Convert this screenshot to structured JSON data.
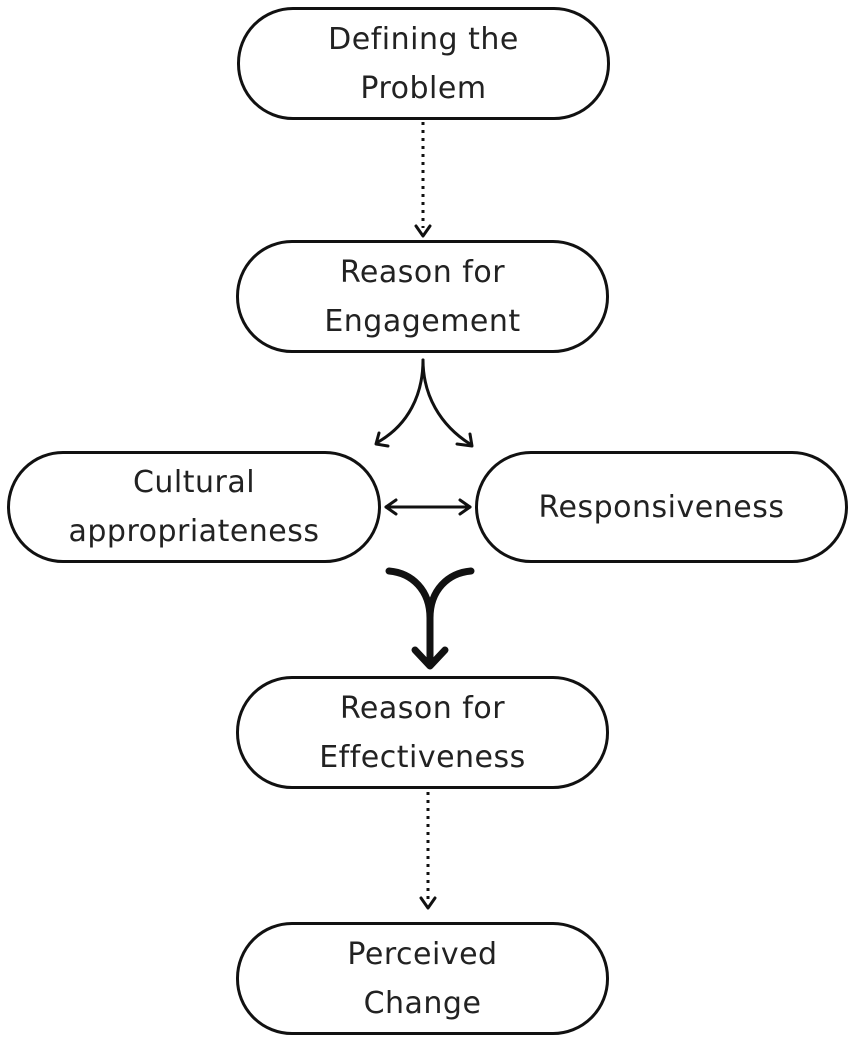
{
  "nodes": {
    "defining_problem": {
      "lines": [
        "Defining the",
        "Problem"
      ]
    },
    "reason_engagement": {
      "lines": [
        "Reason for",
        "Engagement"
      ]
    },
    "cultural_appropriateness": {
      "lines": [
        "Cultural",
        "appropriateness"
      ]
    },
    "responsiveness": {
      "lines": [
        "Responsiveness"
      ]
    },
    "reason_effectiveness": {
      "lines": [
        "Reason for",
        "Effectiveness"
      ]
    },
    "perceived_change": {
      "lines": [
        "Perceived",
        "Change"
      ]
    }
  },
  "edges": [
    {
      "from": "defining_problem",
      "to": "reason_engagement",
      "style": "dotted-arrow"
    },
    {
      "from": "reason_engagement",
      "to": [
        "cultural_appropriateness",
        "responsiveness"
      ],
      "style": "split-arrow"
    },
    {
      "from": "cultural_appropriateness",
      "to": "responsiveness",
      "style": "bidirectional-arrow"
    },
    {
      "from": [
        "cultural_appropriateness",
        "responsiveness"
      ],
      "to": "reason_effectiveness",
      "style": "merge-arrow-bold"
    },
    {
      "from": "reason_effectiveness",
      "to": "perceived_change",
      "style": "dotted-arrow"
    }
  ],
  "colors": {
    "stroke": "#111111",
    "text": "#222222",
    "background": "#ffffff"
  }
}
